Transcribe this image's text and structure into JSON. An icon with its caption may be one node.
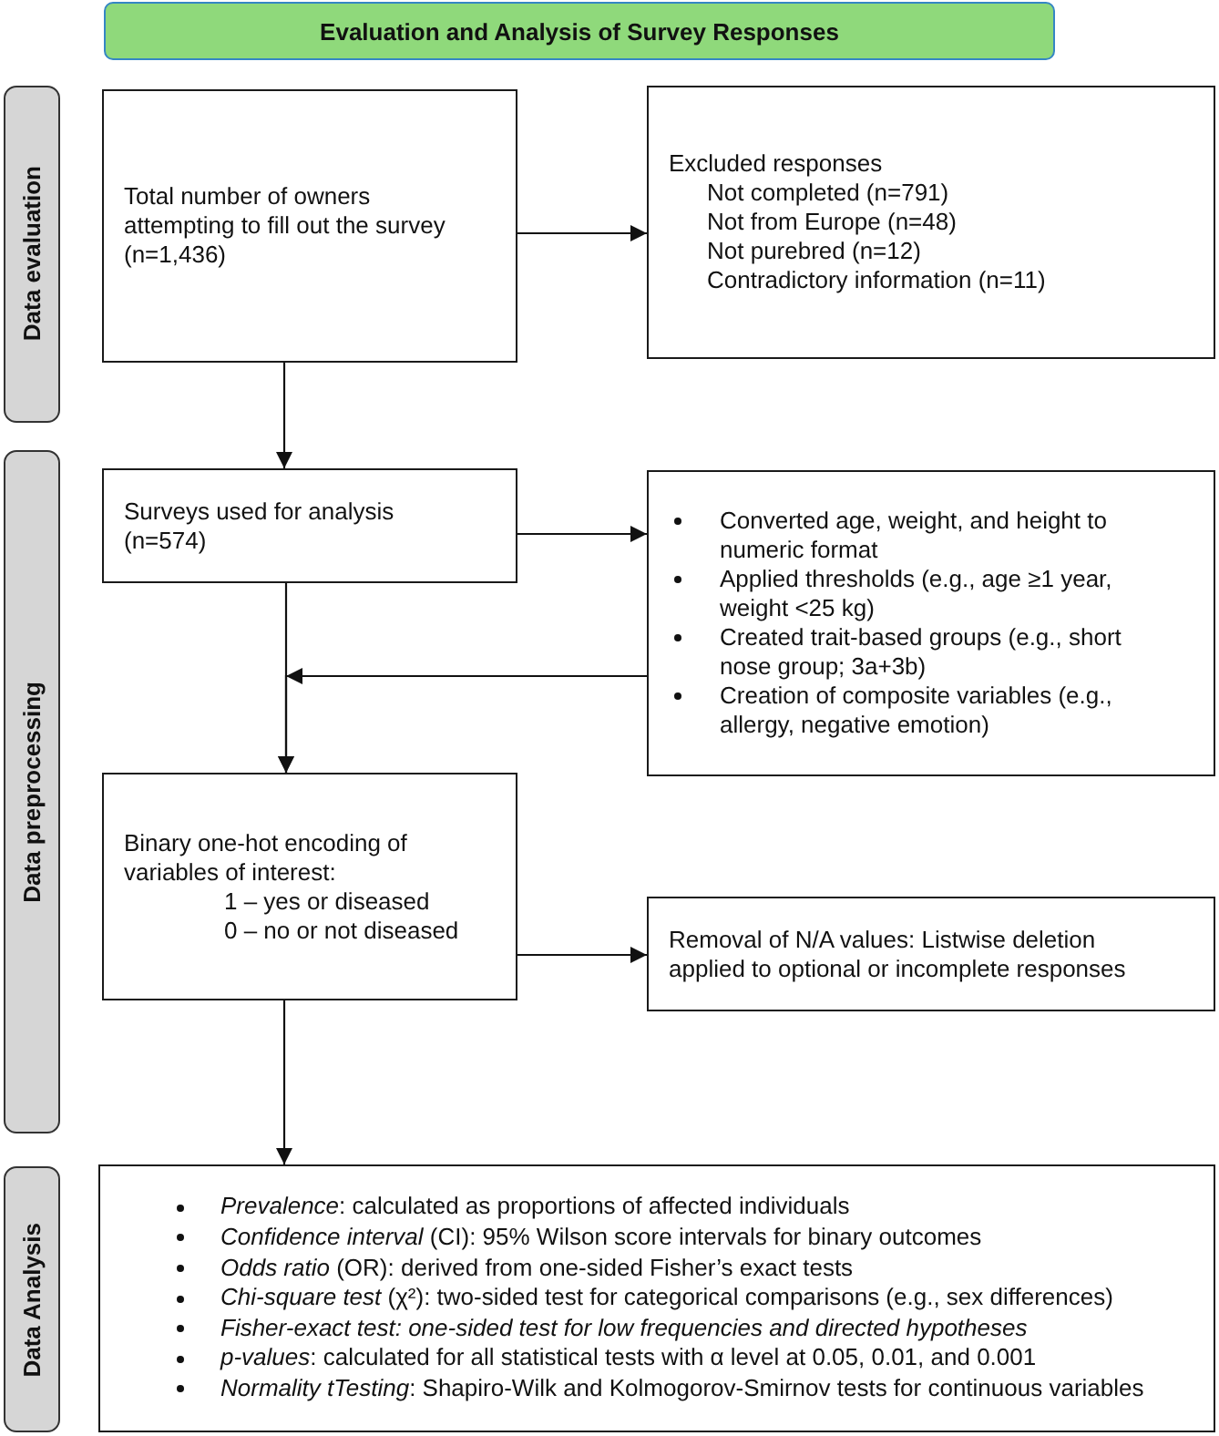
{
  "diagram": {
    "title": "Evaluation and Analysis of Survey Responses",
    "nodes": [
      {
        "text": [
          "Data evaluation"
        ]
      },
      {
        "text": [
          "Total number of owners attempting to fill out the survey",
          "(n=1,436)"
        ]
      },
      {
        "text": [
          "Excluded responses",
          "Not completed (n=791)",
          "Not from Europe (n=48)",
          "Not purebred (n=12)",
          "Contradictory information (n=11)"
        ]
      },
      {
        "text": [
          "Data preprocessing"
        ]
      },
      {
        "text": [
          "Surveys used for analysis",
          "(n=574)"
        ]
      },
      {
        "text": [
          "Converted age, weight, and height to numeric format",
          "Applied thresholds (e.g., age ≥1 year, weight <25 kg)",
          "Created trait-based groups (e.g., short nose group; 3a+3b)",
          "Creation of composite variables (e.g., allergy, negative emotion)"
        ]
      },
      {
        "text": [
          "Binary one-hot encoding of variables of interest:",
          "1 – yes or diseased",
          "0 – no or not diseased"
        ]
      },
      {
        "text": [
          "Removal of N/A values: Listwise deletion applied to optional or incomplete responses"
        ]
      },
      {
        "text": [
          "Data Analysis"
        ]
      },
      {
        "text": [
          "*Prevalence*: calculated as proportions of affected individuals",
          "*Confidence interval* (CI): 95% Wilson score intervals for binary outcomes",
          "*Odds ratio* (OR): derived from one-sided Fisher’s exact tests",
          "*Chi-square test* (χ²): two-sided test for categorical comparisons (e.g., sex differences)",
          "Fisher-exact test: one-sided test for low frequencies and directed hypotheses",
          "*p-values*: calculated for all statistical tests with α level at 0.05, 0.01, and 0.001",
          "*Normality tTesting*: Shapiro-Wilk and Kolmogorov-Smirnov tests for continuous variables"
        ]
      }
    ],
    "edges": [
      {
        "from": 1,
        "to": 2,
        "arrow": "to"
      },
      {
        "from": 1,
        "to": 4,
        "arrow": "to"
      },
      {
        "from": 4,
        "to": 5,
        "arrow": "to"
      },
      {
        "from": 4,
        "to": 6,
        "arrow": "to"
      },
      {
        "from": 5,
        "to": 6,
        "arrow": "to"
      },
      {
        "from": 6,
        "to": 7,
        "arrow": "to"
      },
      {
        "from": 6,
        "to": 9,
        "arrow": "to"
      }
    ]
  }
}
